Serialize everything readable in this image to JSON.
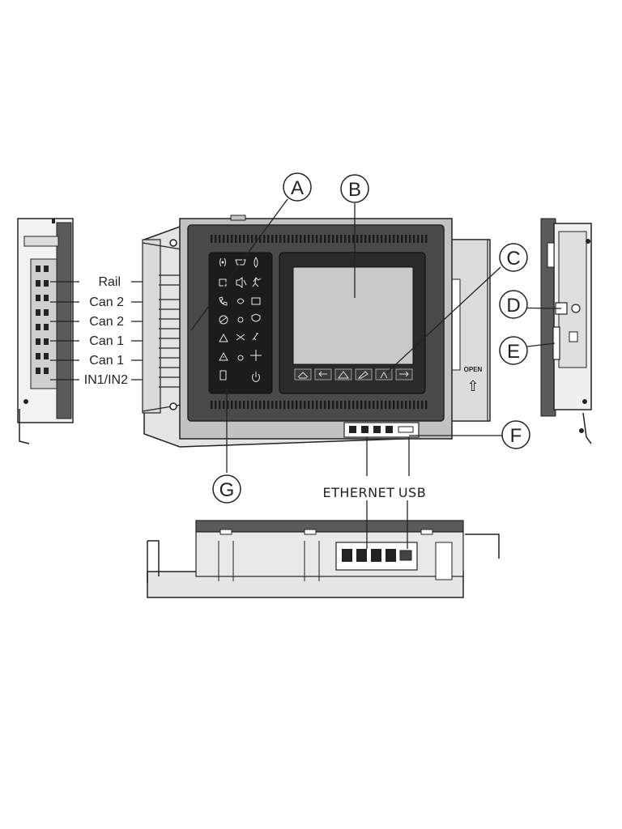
{
  "callouts": {
    "a": "A",
    "b": "B",
    "c": "C",
    "d": "D",
    "e": "E",
    "f": "F",
    "g": "G"
  },
  "left_side_labels": [
    "Rail",
    "Can 2",
    "Can 2",
    "Can 1",
    "Can 1",
    "IN1/IN2"
  ],
  "bottom_labels": {
    "ethernet": "ETHERNET",
    "usb": "USB"
  },
  "open_marker": {
    "text": "OPEN",
    "arrow": "⇧"
  },
  "colors": {
    "line": "#222222",
    "housing_light": "#e2e2e2",
    "housing_mid": "#c4c4c4",
    "bezel_dark": "#4a4a4a",
    "panel_black": "#1c1c1c",
    "screen_gray": "#c9c9c9"
  },
  "icons": {
    "led_column_left": [
      "alarm-signal-icon",
      "warning-square-icon",
      "phone-icon",
      "no-entry-icon",
      "triangle-warning-icon",
      "caution-icon",
      "battery-icon"
    ],
    "led_column_mid": [
      "monitor-icon",
      "speaker-off-icon",
      "loop-icon",
      "cross-icon",
      "sparkle-icon",
      "mute-icon",
      "blank"
    ],
    "led_column_right": [
      "fire-drop-icon",
      "running-person-icon",
      "alarm-bar-icon",
      "shield-icon",
      "key-icon",
      "compass-icon",
      "power-icon"
    ],
    "screen_buttons": [
      "home-icon",
      "back-icon",
      "alarm-list-icon",
      "edit-icon",
      "user-icon",
      "forward-icon"
    ]
  }
}
